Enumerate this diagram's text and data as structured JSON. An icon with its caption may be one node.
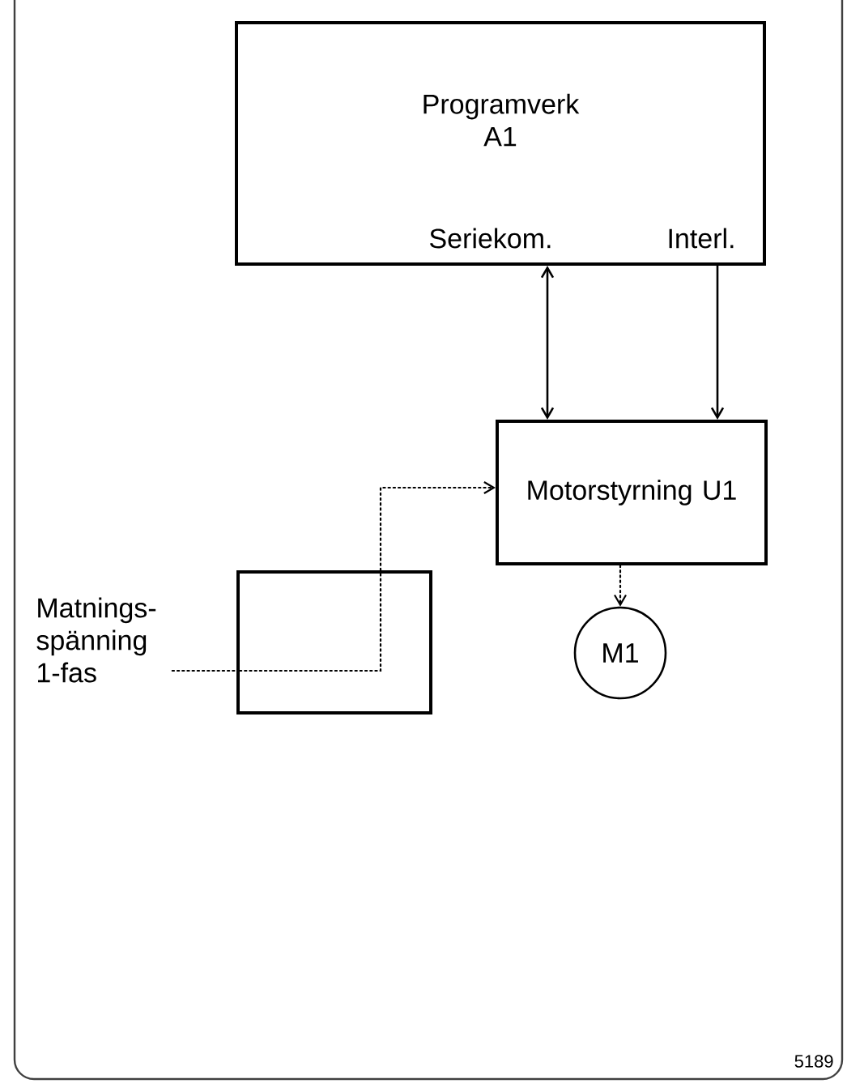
{
  "diagram": {
    "nodes": [
      {
        "text": [
          "Programverk A1",
          "Seriekom.",
          "Interl."
        ]
      },
      {
        "text": [
          "Motorstyrning U1"
        ]
      },
      {
        "text": [
          "M1"
        ]
      },
      {
        "text": [
          "Matnings- spänning 1-fas"
        ]
      },
      {
        "text": [],
        "shape": "box"
      }
    ],
    "edges": [
      {
        "from": 0,
        "to": 1,
        "arrow": "both"
      },
      {
        "from": 0,
        "to": 1,
        "arrow": "to"
      },
      {
        "from": 3,
        "to": 4,
        "arrow": "none",
        "style": "dashed"
      },
      {
        "from": 4,
        "to": 1,
        "arrow": "to",
        "style": "dashed"
      },
      {
        "from": 1,
        "to": 2,
        "arrow": "to",
        "style": "dashed"
      }
    ],
    "labels": [
      "5189"
    ]
  }
}
